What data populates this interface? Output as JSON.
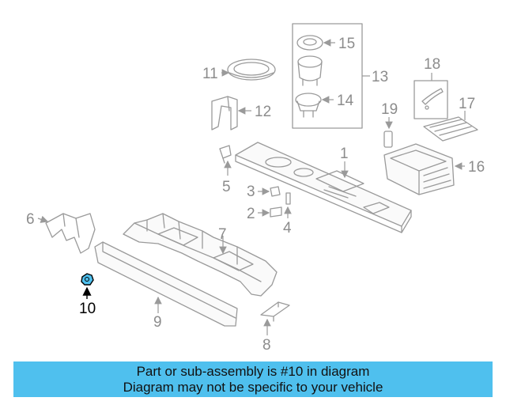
{
  "labels": {
    "l1": "1",
    "l2": "2",
    "l3": "3",
    "l4": "4",
    "l5": "5",
    "l6": "6",
    "l7": "7",
    "l8": "8",
    "l9": "9",
    "l10": "10",
    "l11": "11",
    "l12": "12",
    "l13": "13",
    "l14": "14",
    "l15": "15",
    "l16": "16",
    "l17": "17",
    "l18": "18",
    "l19": "19"
  },
  "highlight": {
    "part": "10",
    "color": "#4fc0ee"
  },
  "banner": {
    "line1": "Part or sub-assembly is #10 in diagram",
    "line2": "Diagram may not be specific to your vehicle",
    "background": "#4fc0ee"
  }
}
